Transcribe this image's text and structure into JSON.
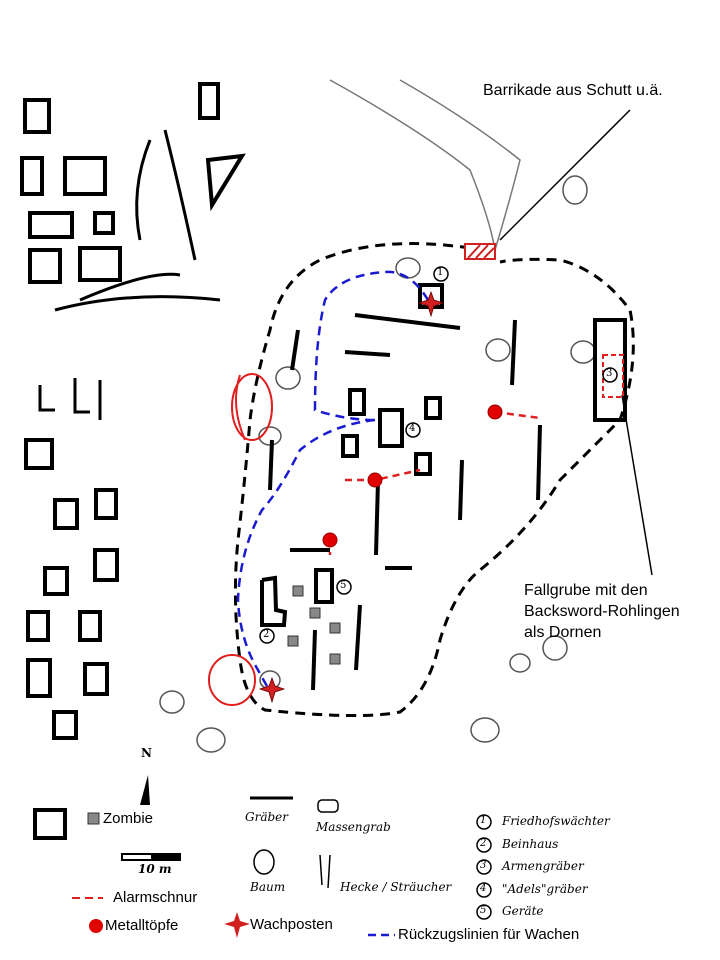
{
  "annotations": {
    "barricade": "Barrikade aus Schutt u.ä.",
    "pit": [
      "Fallgrube mit den",
      "Backsword-Rohlingen",
      "als Dornen"
    ]
  },
  "compass": "N",
  "scale": "10 m",
  "legend": {
    "zombie": "Zombie",
    "graves": "Gräber",
    "mass_grave": "Massengrab",
    "tree": "Baum",
    "hedge": "Hecke / Sträucher",
    "alarm": "Alarmschnur",
    "pots": "Metalltöpfe",
    "guard": "Wachposten",
    "retreat": "Rückzugslinien für Wachen"
  },
  "numbered_legend": [
    {
      "n": "1",
      "label": "Friedhofswächter"
    },
    {
      "n": "2",
      "label": "Beinhaus"
    },
    {
      "n": "3",
      "label": "Armengräber"
    },
    {
      "n": "4",
      "label": "\"Adels\"gräber"
    },
    {
      "n": "5",
      "label": "Geräte"
    }
  ],
  "colors": {
    "alarm": "#e02020",
    "retreat": "#1a1ad0",
    "pot": "#e00000",
    "zombie": "#888888",
    "barricade": "#d02020"
  }
}
